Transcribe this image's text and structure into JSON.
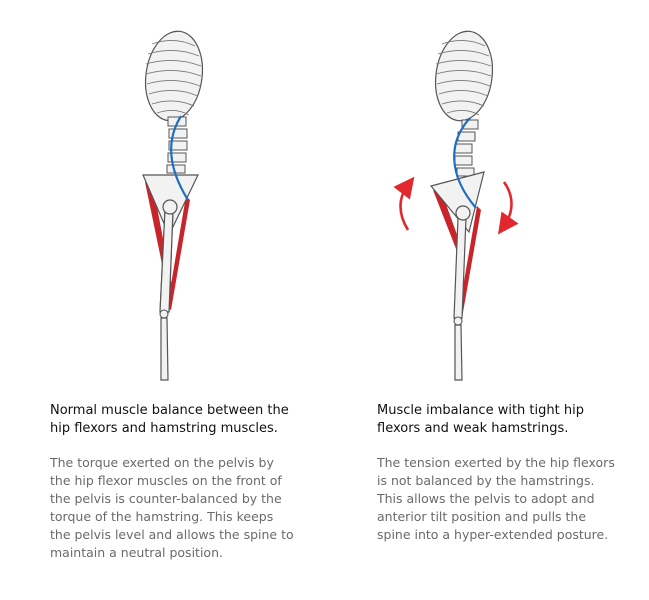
{
  "panels": [
    {
      "id": "normal",
      "title": "Normal muscle balance between the hip flexors and hamstring muscles.",
      "body": "The torque exerted on the pelvis by the hip flexor muscles on the front of the pelvis is counter-balanced by the torque of the hamstring.  This keeps the pelvis level and allows the spine to maintain a neutral position."
    },
    {
      "id": "imbalance",
      "title": "Muscle imbalance with tight hip flexors and weak hamstrings.",
      "body": "The tension exerted by the hip flexors is not balanced by the hamstrings. This allows the pelvis to adopt and anterior tilt position and pulls the spine into a hyper-extended posture."
    }
  ],
  "colors": {
    "spine_curve": "#1f6fc1",
    "muscle": "#c8252b",
    "arrow": "#e0282e",
    "bone_fill": "#f2f2f2",
    "bone_stroke": "#555555"
  }
}
